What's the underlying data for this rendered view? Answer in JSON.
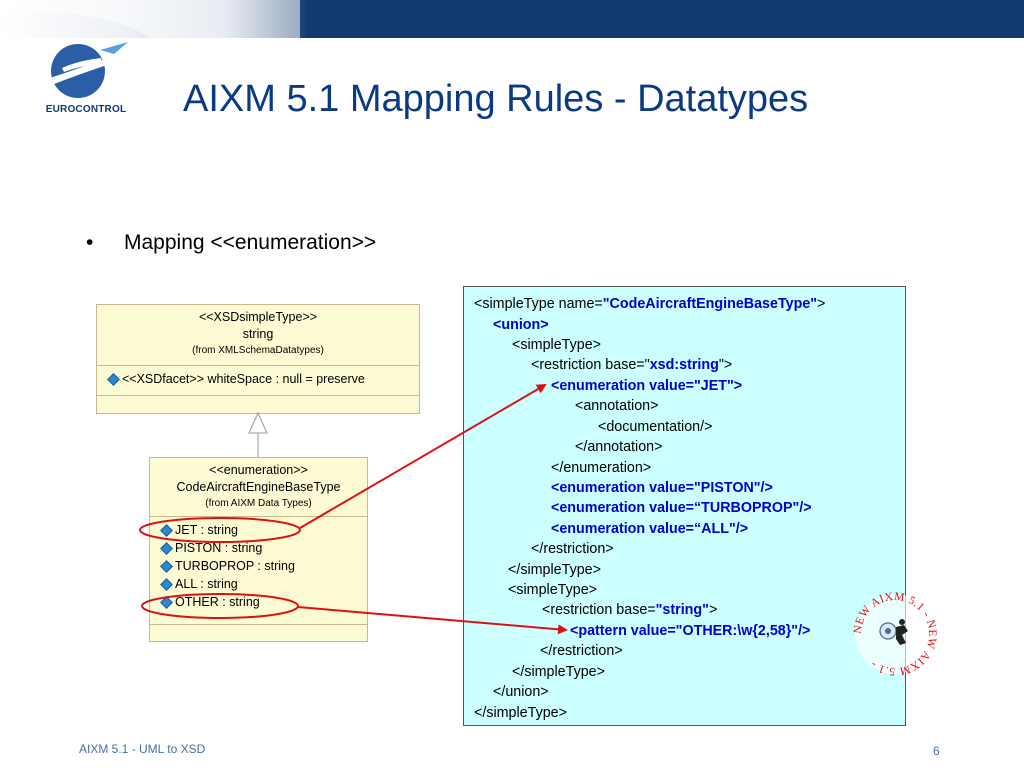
{
  "header": {
    "logo_text": "EUROCONTROL",
    "title": "AIXM 5.1 Mapping Rules - Datatypes"
  },
  "bullet": {
    "symbol": "•",
    "text": "Mapping <<enumeration>>"
  },
  "uml_string": {
    "stereotype": "<<XSDsimpleType>>",
    "name": "string",
    "from": "(from XMLSchemaDatatypes)",
    "attribute": "<<XSDfacet>> whiteSpace : null = preserve"
  },
  "uml_enum": {
    "stereotype": "<<enumeration>>",
    "name": "CodeAircraftEngineBaseType",
    "from": "(from AIXM Data Types)",
    "attributes": [
      "JET : string",
      "PISTON : string",
      "TURBOPROP : string",
      "ALL : string",
      "OTHER : string"
    ]
  },
  "xsd": {
    "l1a": "<simpleType name=",
    "l1b": "\"CodeAircraftEngineBaseType\"",
    "l1c": ">",
    "l2": "<union>",
    "l3": "<simpleType>",
    "l4a": "<restriction base=\"",
    "l4b": "xsd:string",
    "l4c": "\">",
    "l5": "<enumeration value=\"JET\">",
    "l6": "<annotation>",
    "l7": "<documentation/>",
    "l8": "</annotation>",
    "l9": "</enumeration>",
    "l10": "<enumeration value=\"PISTON\"/>",
    "l11": "<enumeration value=“TURBOPROP\"/>",
    "l12": "<enumeration value=“ALL\"/>",
    "l13": "</restriction>",
    "l14": "</simpleType>",
    "l15": "<simpleType>",
    "l16a": "<restriction base=",
    "l16b": "\"string\"",
    "l16c": ">",
    "l17": "<pattern value=\"OTHER:\\w{2,58}\"/>",
    "l18": "</restriction>",
    "l19": "</simpleType>",
    "l20": "</union>",
    "l21": "</simpleType>"
  },
  "stamp": {
    "text": "NEW AIXM 5.1 - NEW AIXM 5.1 - "
  },
  "footer": {
    "left": "AIXM 5.1 - UML to XSD",
    "page": "6"
  },
  "colors": {
    "title": "#0b3a85",
    "top_bar_dark": "#123a6e",
    "xsd_background": "#ccffff",
    "xsd_highlight": "#0000cc",
    "uml_fill": "#fdfbd3",
    "annotation_red": "#e01010"
  }
}
